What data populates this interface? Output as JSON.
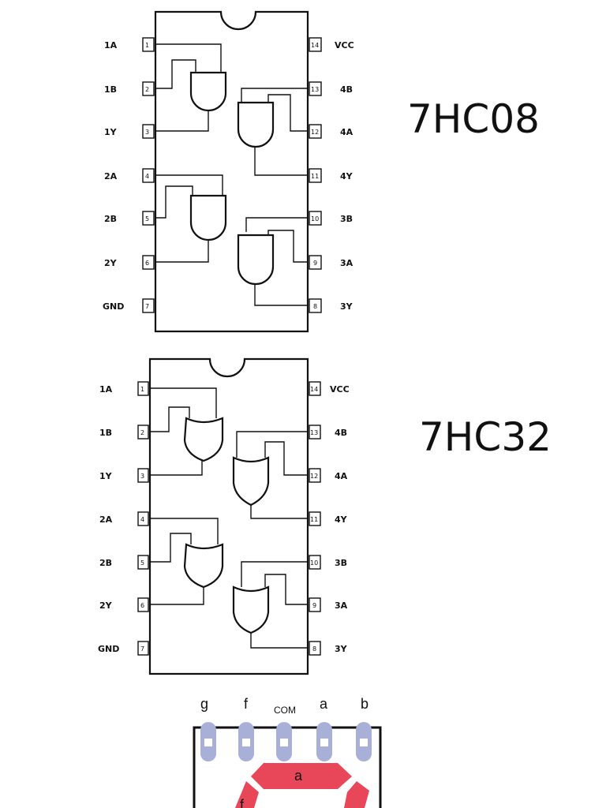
{
  "chips": [
    {
      "part": "7HC08",
      "left_pins": [
        {
          "label": "1A",
          "num": "1"
        },
        {
          "label": "1B",
          "num": "2"
        },
        {
          "label": "1Y",
          "num": "3"
        },
        {
          "label": "2A",
          "num": "4"
        },
        {
          "label": "2B",
          "num": "5"
        },
        {
          "label": "2Y",
          "num": "6"
        },
        {
          "label": "GND",
          "num": "7"
        }
      ],
      "right_pins": [
        {
          "label": "VCC",
          "num": "14"
        },
        {
          "label": "4B",
          "num": "13"
        },
        {
          "label": "4A",
          "num": "12"
        },
        {
          "label": "4Y",
          "num": "11"
        },
        {
          "label": "3B",
          "num": "10"
        },
        {
          "label": "3A",
          "num": "9"
        },
        {
          "label": "3Y",
          "num": "8"
        }
      ]
    },
    {
      "part": "7HC32",
      "left_pins": [
        {
          "label": "1A",
          "num": "1"
        },
        {
          "label": "1B",
          "num": "2"
        },
        {
          "label": "1Y",
          "num": "3"
        },
        {
          "label": "2A",
          "num": "4"
        },
        {
          "label": "2B",
          "num": "5"
        },
        {
          "label": "2Y",
          "num": "6"
        },
        {
          "label": "GND",
          "num": "7"
        }
      ],
      "right_pins": [
        {
          "label": "VCC",
          "num": "14"
        },
        {
          "label": "4B",
          "num": "13"
        },
        {
          "label": "4A",
          "num": "12"
        },
        {
          "label": "4Y",
          "num": "11"
        },
        {
          "label": "3B",
          "num": "10"
        },
        {
          "label": "3A",
          "num": "9"
        },
        {
          "label": "3Y",
          "num": "8"
        }
      ]
    }
  ],
  "seven_segment": {
    "pin_labels": [
      "g",
      "f",
      "COM",
      "a",
      "b"
    ],
    "segment_labels": {
      "a": "a",
      "f": "f"
    },
    "colors": {
      "segment": "#e8475a",
      "pin_pad": "#a8b0d8",
      "pin_hole": "#ffffff"
    }
  }
}
